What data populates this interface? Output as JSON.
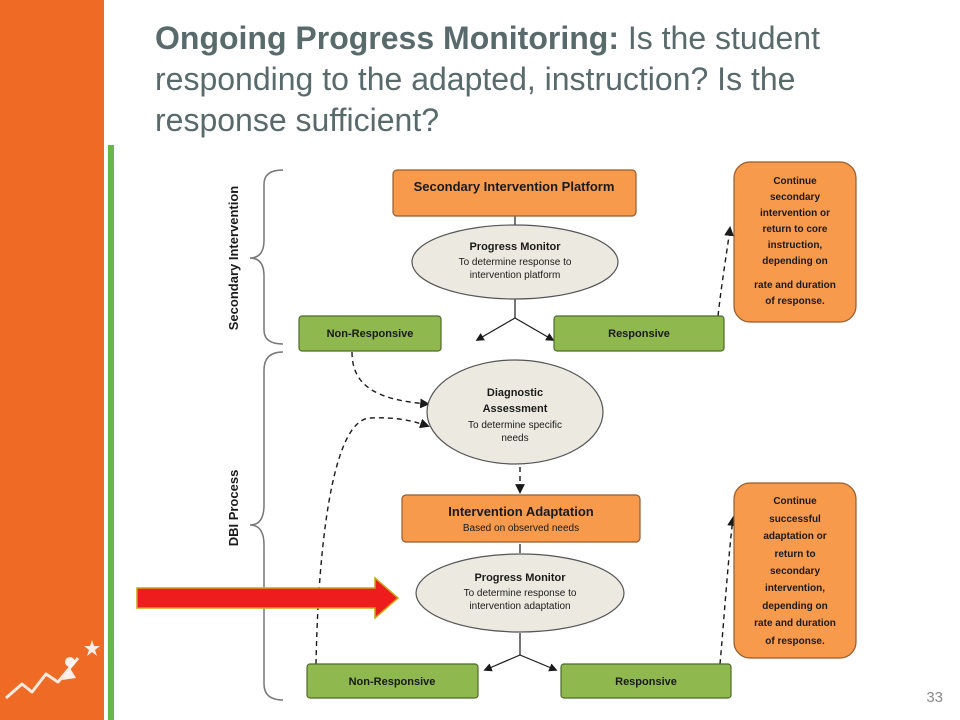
{
  "slide": {
    "title_bold": "Ongoing Progress Monitoring:",
    "title_rest": " Is the student responding to the adapted, instruction? Is the response sufficient?",
    "page_number": "33"
  },
  "diagram": {
    "section_labels": {
      "secondary": "Secondary Intervention",
      "dbi": "DBI Process"
    },
    "secondary_platform": "Secondary Intervention Platform",
    "progress_monitor_1": {
      "title": "Progress Monitor",
      "line1": "To determine response to",
      "line2": "intervention platform"
    },
    "non_responsive_1": "Non-Responsive",
    "responsive_1": "Responsive",
    "continue_1": [
      "Continue",
      "secondary",
      "intervention or",
      "return to core",
      "instruction,",
      "depending on",
      "rate and duration",
      "of response."
    ],
    "diagnostic": {
      "title1": "Diagnostic",
      "title2": "Assessment",
      "line1": "To determine specific",
      "line2": "needs"
    },
    "adaptation": {
      "title": "Intervention Adaptation",
      "sub": "Based on observed needs"
    },
    "progress_monitor_2": {
      "title": "Progress Monitor",
      "line1": "To determine response to",
      "line2": "intervention adaptation"
    },
    "non_responsive_2": "Non-Responsive",
    "responsive_2": "Responsive",
    "continue_2": [
      "Continue",
      "successful",
      "adaptation or",
      "return to",
      "secondary",
      "intervention,",
      "depending on",
      "rate and duration",
      "of response."
    ]
  },
  "colors": {
    "sidebar_orange": "#ee6a25",
    "green_accent": "#67b64c",
    "box_orange": "#f79a4c",
    "box_green": "#8fb84e",
    "ellipse_fill": "#eceae0",
    "red_arrow": "#ee1c1c",
    "title_gray": "#586a6b"
  },
  "icons": {
    "logo": "growth-chart-star-logo",
    "pointer": "red-arrow"
  }
}
